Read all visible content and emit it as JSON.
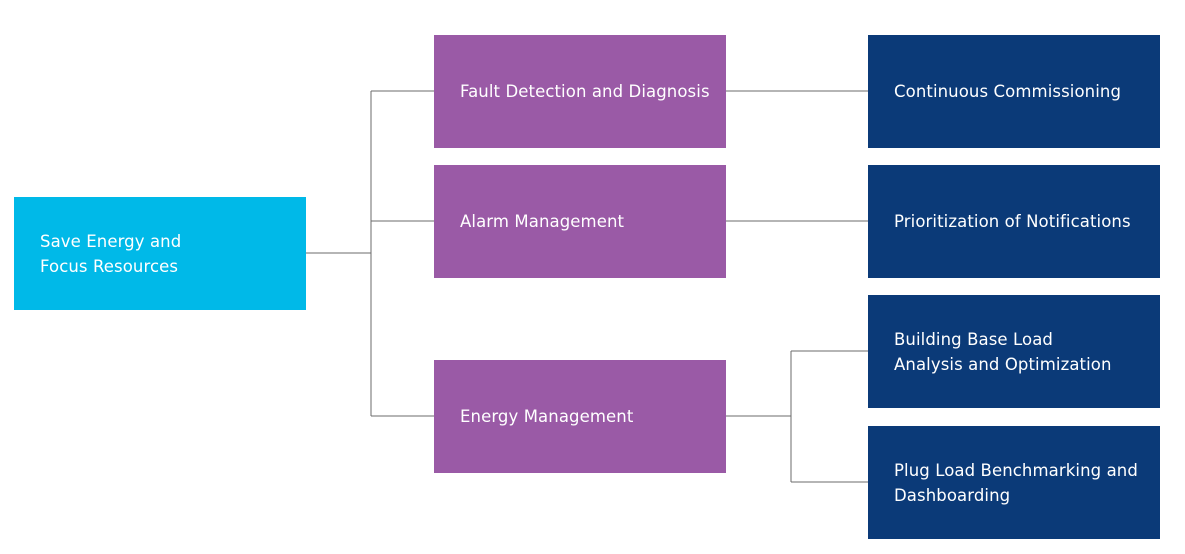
{
  "diagram": {
    "root": {
      "label": "Save Energy and\nFocus Resources"
    },
    "branches": [
      {
        "label": "Fault Detection and Diagnosis",
        "children": [
          {
            "label": "Continuous Commissioning"
          }
        ]
      },
      {
        "label": "Alarm Management",
        "children": [
          {
            "label": "Prioritization of Notifications"
          }
        ]
      },
      {
        "label": "Energy Management",
        "children": [
          {
            "label": "Building Base Load\nAnalysis and Optimization"
          },
          {
            "label": "Plug Load Benchmarking and\nDashboarding"
          }
        ]
      }
    ],
    "colors": {
      "root": "#00b9e8",
      "branch": "#9a5aa6",
      "leaf": "#0b3a78",
      "connector": "#6b6b6b",
      "text": "#ffffff"
    }
  }
}
